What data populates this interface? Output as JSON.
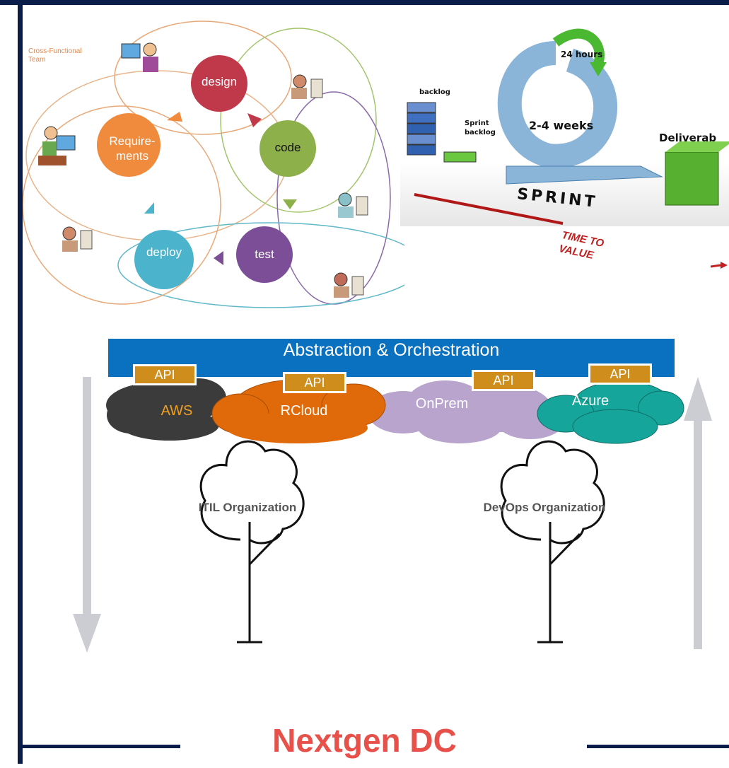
{
  "agile": {
    "team_label": "Cross-Functional Team",
    "stages": {
      "design": "design",
      "code": "code",
      "test": "test",
      "deploy": "deploy",
      "requirements_line1": "Require-",
      "requirements_line2": "ments"
    }
  },
  "sprint": {
    "backlog": "backlog",
    "sprint_backlog_line1": "Sprint",
    "sprint_backlog_line2": "backlog",
    "cycle_24h": "24 hours",
    "cycle_weeks": "2-4 weeks",
    "deliverable": "Deliverab",
    "sprint_label": "SPRINT",
    "time_to_value_line1": "TIME TO",
    "time_to_value_line2": "VALUE"
  },
  "platform": {
    "band_label": "Abstraction & Orchestration",
    "api_label": "API",
    "clouds": [
      {
        "name": "AWS",
        "color": "#3b3b3b",
        "text_color": "#f0a020"
      },
      {
        "name": "RCloud",
        "color": "#e06a0a",
        "text_color": "#ffffff"
      },
      {
        "name": "OnPrem",
        "color": "#b8a4cc",
        "text_color": "#ffffff"
      },
      {
        "name": "Azure",
        "color": "#16a59a",
        "text_color": "#ffffff"
      }
    ]
  },
  "organizations": {
    "itil": "ITIL Organization",
    "devops": "DevOps Organization"
  },
  "footer": {
    "title": "Nextgen DC"
  }
}
